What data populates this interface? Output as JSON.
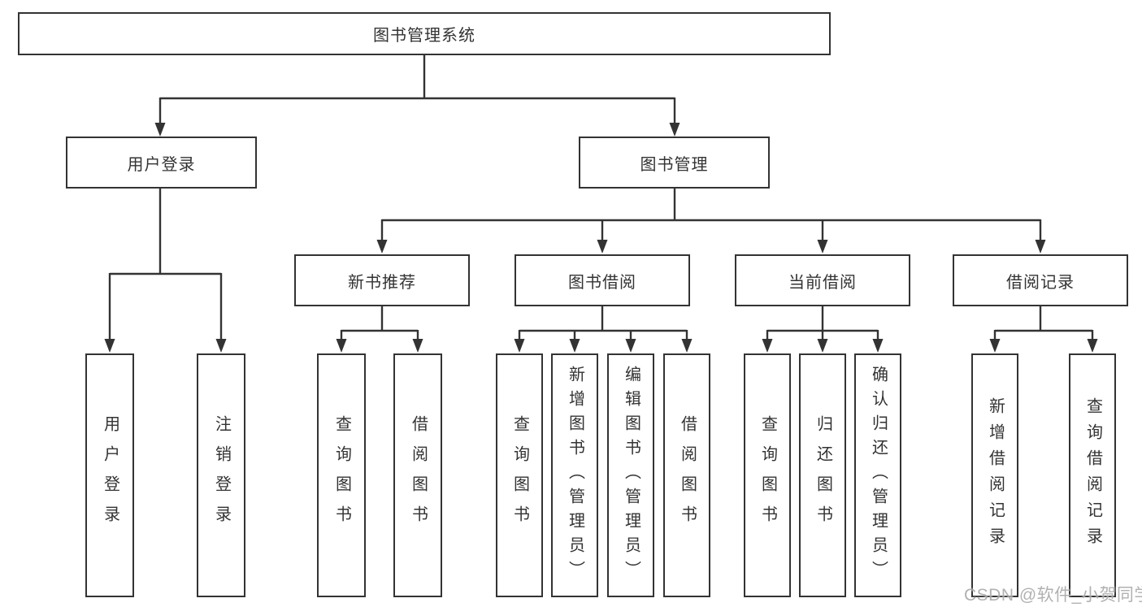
{
  "diagram_type": "hierarchy-tree",
  "tree": {
    "label": "图书管理系统",
    "children": [
      {
        "label": "用户登录",
        "children": [
          {
            "label": "用户登录"
          },
          {
            "label": "注销登录"
          }
        ]
      },
      {
        "label": "图书管理",
        "children": [
          {
            "label": "新书推荐",
            "children": [
              {
                "label": "查询图书"
              },
              {
                "label": "借阅图书"
              }
            ]
          },
          {
            "label": "图书借阅",
            "children": [
              {
                "label": "查询图书"
              },
              {
                "label": "新增图书（管理员）"
              },
              {
                "label": "编辑图书（管理员）"
              },
              {
                "label": "借阅图书"
              }
            ]
          },
          {
            "label": "当前借阅",
            "children": [
              {
                "label": "查询图书"
              },
              {
                "label": "归还图书"
              },
              {
                "label": "确认归还（管理员）"
              }
            ]
          },
          {
            "label": "借阅记录",
            "children": [
              {
                "label": "新增借阅记录"
              },
              {
                "label": "查询借阅记录"
              }
            ]
          }
        ]
      }
    ]
  },
  "watermark": {
    "text": "CSDN @软件_小贺同学"
  },
  "colors": {
    "line": "#333333",
    "text": "#333333",
    "background": "#ffffff",
    "watermark": "#a9a9a9"
  }
}
